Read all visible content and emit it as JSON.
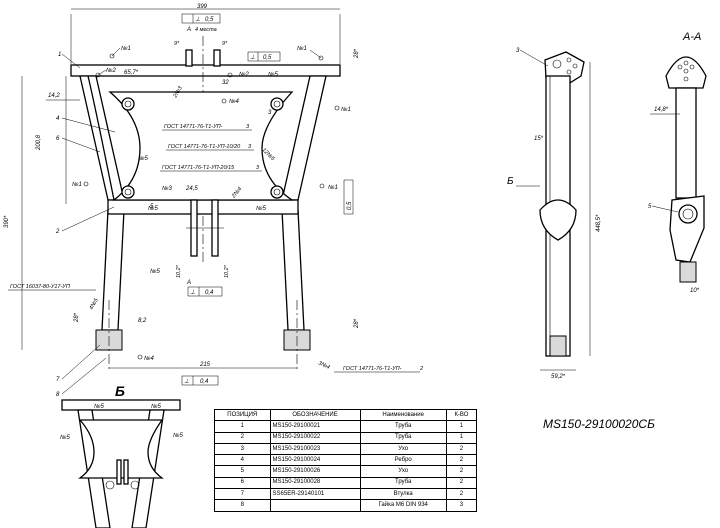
{
  "front_view": {
    "dim_399": "399",
    "dim_390": "390*",
    "dim_2008": "200,8",
    "dim_215": "215",
    "dim_142": "14,2",
    "dim_657": "65,7*",
    "dim_32": "32",
    "dim_245": "24,5",
    "dim_82": "8,2",
    "dim_9a": "9*",
    "dim_9b": "9*",
    "dim_102a": "10,2*",
    "dim_102b": "10,2*",
    "tol_05a": "0,5",
    "tol_05b": "0,5",
    "tol_05c": "0,5",
    "tol_04a": "0,4",
    "tol_04b": "0,4",
    "mesta": "4 места",
    "dia_28a": "28*",
    "dia_28b": "28*",
    "dia_28c": "28*",
    "weld_2n3": "2№3",
    "weld_2n4": "2№4",
    "weld_2n2": "2№2",
    "weld_4n5": "4№5",
    "weld_3n4": "3№4",
    "weld_12n5": "12№5",
    "n1a": "№1",
    "n1b": "№1",
    "n1c": "№1",
    "n1d": "№1",
    "n1e": "№1",
    "n2a": "№2",
    "n2b": "№2",
    "n3": "№3",
    "n4a": "№4",
    "n4b": "№4",
    "n5a": "№5",
    "n5b": "№5",
    "n5c": "№5",
    "n5d": "№5",
    "n5e": "№5",
    "gost1": "ГОСТ 14771-76-Т1-УП-",
    "gost2": "ГОСТ 14771-76-Т1-УП-10/20",
    "gost3": "ГОСТ 14771-76-Т1-УП-20/15",
    "gost4": "ГОСТ 16037-80-У17-УП",
    "gost5": "ГОСТ 14771-76-Т1-УП-",
    "weld_size_3a": "3",
    "weld_size_3b": "3",
    "weld_size_3c": "3",
    "weld_size_2": "2",
    "pos": [
      "1",
      "2",
      "3",
      "4",
      "5",
      "6",
      "7",
      "8"
    ],
    "section_a": "А",
    "section_a2": "А"
  },
  "side_view": {
    "pos3": "3",
    "dim_4485": "448,5*",
    "dim_592": "59,2*",
    "dim_15": "15*",
    "view_b": "Б"
  },
  "section_aa": {
    "title": "А-А",
    "pos5": "5",
    "dim_148": "14,8*",
    "dim_10": "10*"
  },
  "view_b_detail": {
    "title": "Б",
    "n5a": "№5",
    "n5b": "№5",
    "n5c": "№5",
    "n5d": "№5"
  },
  "designation": "MS150-29100020СБ",
  "bom": {
    "headers": [
      "ПОЗИЦИЯ",
      "ОБОЗНАЧЕНИЕ",
      "Наименование",
      "К-ВО"
    ],
    "rows": [
      [
        "1",
        "MS150-29100021",
        "Труба",
        "1"
      ],
      [
        "2",
        "MS150-29100022",
        "Труба",
        "1"
      ],
      [
        "3",
        "MS150-29100023",
        "Ухо",
        "2"
      ],
      [
        "4",
        "MS150-29100024",
        "Ребро",
        "2"
      ],
      [
        "5",
        "MS150-29100026",
        "Ухо",
        "2"
      ],
      [
        "6",
        "MS150-29100028",
        "Труба",
        "2"
      ],
      [
        "7",
        "SS65ER-29140101",
        "Втулка",
        "2"
      ],
      [
        "8",
        "",
        "Гайка М6 DIN 934",
        "3"
      ]
    ]
  }
}
